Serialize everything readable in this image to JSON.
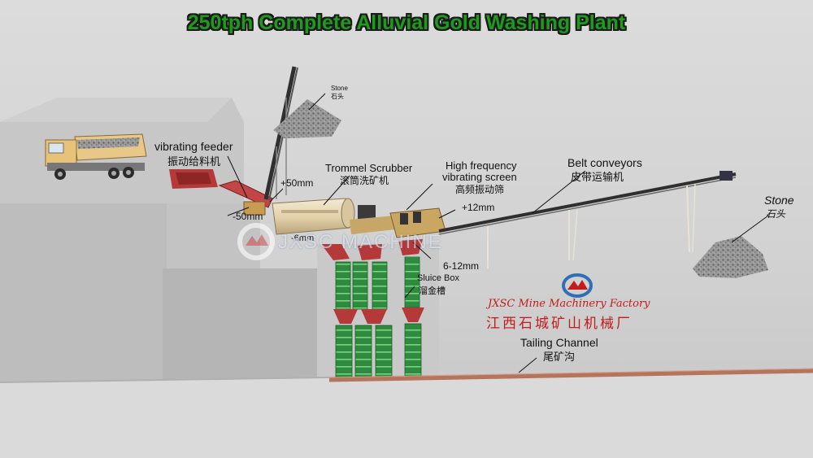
{
  "title": "250tph Complete Alluvial Gold Washing Plant",
  "watermark": "JXSC MACHINE",
  "factory": {
    "name_en": "JXSC Mine Machinery Factory",
    "name_zh": "江西石城矿山机械厂"
  },
  "labels": {
    "stone_top_en": "Stone",
    "stone_top_zh": "石头",
    "feeder_en": "vibrating feeder",
    "feeder_zh": "振动给料机",
    "plus50": "+50mm",
    "minus50": "-50mm",
    "trommel_en": "Trommel Scrubber",
    "trommel_zh": "滚筒洗矿机",
    "minus6": "-6mm",
    "screen_en_1": "High frequency",
    "screen_en_2": "vibrating screen",
    "screen_zh": "高频振动筛",
    "plus12": "+12mm",
    "range6_12": "6-12mm",
    "sluice_en": "Sluice Box",
    "sluice_zh": "溜金槽",
    "belt_en": "Belt conveyors",
    "belt_zh": "皮带运输机",
    "stone_right_en": "Stone",
    "stone_right_zh": "石头",
    "tailing_en": "Tailing Channel",
    "tailing_zh": "尾矿沟"
  },
  "colors": {
    "title_green": "#1f9a1f",
    "sluice_green": "#2e8a3e",
    "hopper_red": "#b43a3a",
    "factory_red": "#c41b1b"
  }
}
